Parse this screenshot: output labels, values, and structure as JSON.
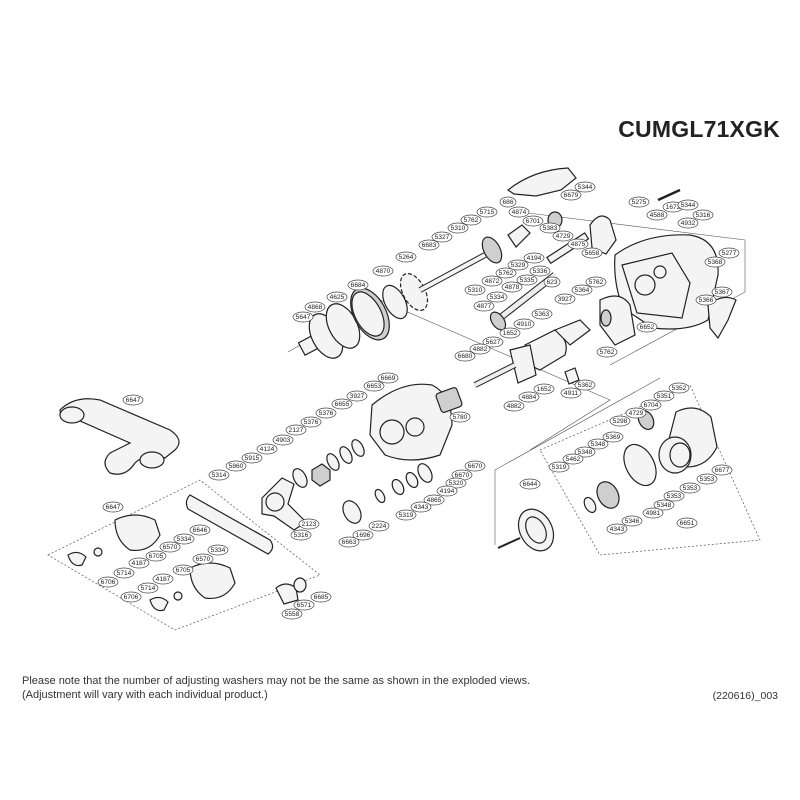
{
  "model": "CUMGL71XGK",
  "note_lines": [
    "Please note that the number of adjusting washers may not be the same as shown in the exploded views.",
    "(Adjustment will vary with each individual product.)"
  ],
  "diagram_code": "(220616)_003",
  "part_numbers": [
    "686",
    "5715",
    "5762",
    "5310",
    "5327",
    "6683",
    "5264",
    "4870",
    "6684",
    "4625",
    "4868",
    "5647",
    "4874",
    "6701",
    "4194",
    "5329",
    "5762",
    "4872",
    "5310",
    "5335",
    "5336",
    "4878",
    "5334",
    "4877",
    "623",
    "3927",
    "5363",
    "4910",
    "1652",
    "5627",
    "4882",
    "6680",
    "5364",
    "5762",
    "6652",
    "5762",
    "5362",
    "4911",
    "1652",
    "4884",
    "4882",
    "5344",
    "6679",
    "5275",
    "1672",
    "4588",
    "5344",
    "5316",
    "4932",
    "5277",
    "5368",
    "5383",
    "4729",
    "4875",
    "5658",
    "5367",
    "5366",
    "6669",
    "6653",
    "3927",
    "6655",
    "5376",
    "5376",
    "2127",
    "4903",
    "4124",
    "5915",
    "5860",
    "5314",
    "5780",
    "6670",
    "6670",
    "5320",
    "4194",
    "4865",
    "4343",
    "5319",
    "2224",
    "1696",
    "6663",
    "2123",
    "5316",
    "5352",
    "5351",
    "6704",
    "4729",
    "5298",
    "5369",
    "5348",
    "5348",
    "5462",
    "5319",
    "6677",
    "5353",
    "5353",
    "5353",
    "5348",
    "4981",
    "5346",
    "4343",
    "6651",
    "6644",
    "6647",
    "6647",
    "6646",
    "5334",
    "6570",
    "6705",
    "4187",
    "5714",
    "6706",
    "5334",
    "6570",
    "6705",
    "4187",
    "5714",
    "6706",
    "6685",
    "6571",
    "5558"
  ]
}
